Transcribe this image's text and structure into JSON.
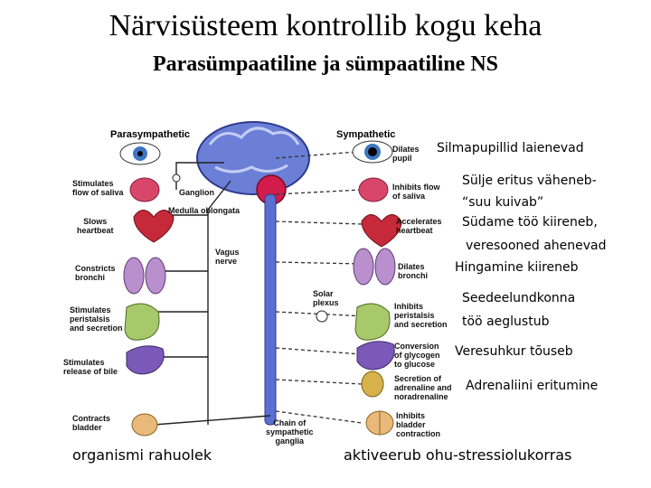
{
  "title": "Närvisüsteem kontrollib kogu keha",
  "subtitle": "Parasümpaatiline ja sümpaatiline  NS",
  "diagram": {
    "parasympathetic_header": "Parasympathetic",
    "sympathetic_header": "Sympathetic",
    "ganglion_label": "Ganglion",
    "medulla_label": "Medulla oblongata",
    "vagus_label": "Vagus\nnerve",
    "solar_plexus_label": "Solar\nplexus",
    "chain_label": "Chain of\nsympathetic\nganglia",
    "para_labels": [
      "Stimulates\nflow of saliva",
      "Slows\nheartbeat",
      "Constricts\nbronchi",
      "Stimulates\nperistalsis\nand secretion",
      "Stimulates\nrelease of bile",
      "Contracts\nbladder"
    ],
    "symp_labels": [
      "Dilates\npupil",
      "Inhibits flow\nof saliva",
      "Accelerates\nheartbeat",
      "Dilates\nbronchi",
      "Inhibits\nperistalsis\nand secretion",
      "Conversion\nof glycogen\nto glucose",
      "Secretion of\nadrenaline and\nnoradrenaline",
      "Inhibits\nbladder\ncontraction"
    ]
  },
  "notes": [
    "Silmapupillid laienevad",
    "Sülje eritus väheneb-",
    "“suu kuivab”",
    "Südame töö kiireneb,",
    "veresooned ahenevad",
    "Hingamine kiireneb",
    "Seedeelundkonna",
    "töö aeglustub",
    "Veresuhkur tõuseb",
    "Adrenaliini eritumine"
  ],
  "bottom": {
    "left": "organismi rahuolek",
    "right": "aktiveerub ohu-stressiolukorras"
  }
}
